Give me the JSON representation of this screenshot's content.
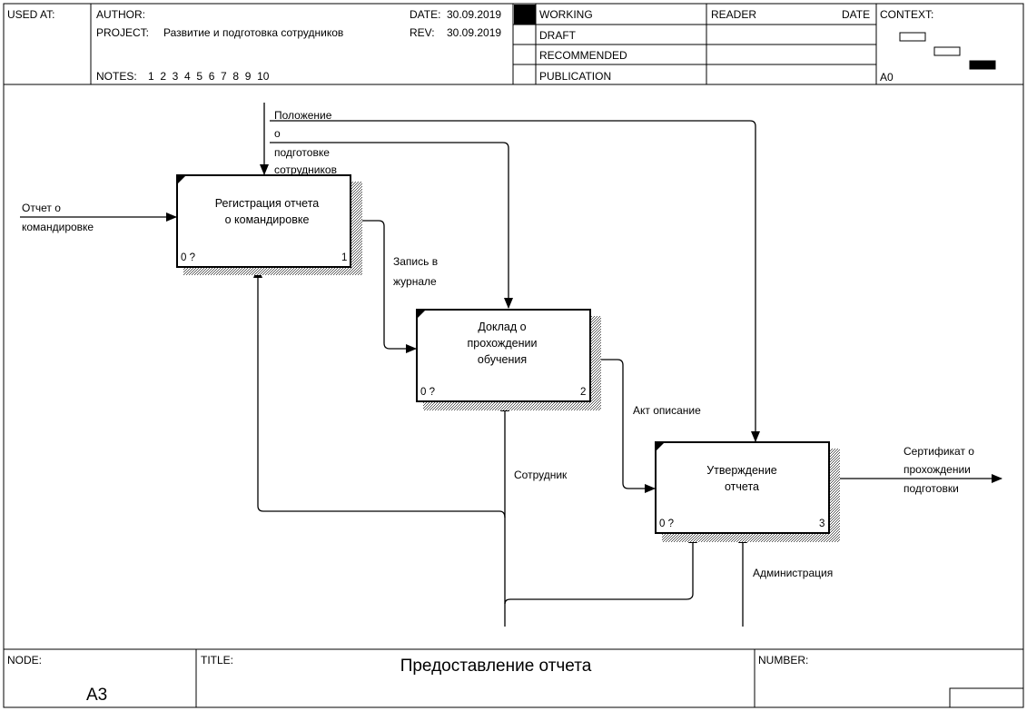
{
  "header": {
    "used_at_label": "USED AT:",
    "author_label": "AUTHOR:",
    "project_label": "PROJECT:",
    "project_value": "Развитие и подготовка сотрудников",
    "notes_label": "NOTES:",
    "notes_numbers": "1  2  3  4  5  6  7  8  9  10",
    "date_label": "DATE:",
    "date_value": "30.09.2019",
    "rev_label": "REV:",
    "rev_value": "30.09.2019",
    "status": [
      "WORKING",
      "DRAFT",
      "RECOMMENDED",
      "PUBLICATION"
    ],
    "reader_label": "READER",
    "reader_date_label": "DATE",
    "context_label": "CONTEXT:",
    "context_node": "A0"
  },
  "boxes": [
    {
      "title_lines": [
        "Регистрация отчета",
        "о командировке"
      ],
      "cost": "0 ?",
      "number": "1"
    },
    {
      "title_lines": [
        "Доклад о",
        "прохождении",
        "обучения"
      ],
      "cost": "0 ?",
      "number": "2"
    },
    {
      "title_lines": [
        "Утверждение",
        "отчета"
      ],
      "cost": "0 ?",
      "number": "3"
    }
  ],
  "arrows": {
    "input_report": [
      "Отчет о",
      "командировке"
    ],
    "control_regulation": [
      "Положение",
      "о",
      "подготовке",
      "сотрудников"
    ],
    "journal_entry": [
      "Запись в",
      "журнале"
    ],
    "act_description": [
      "Акт описание"
    ],
    "employee": [
      "Сотрудник"
    ],
    "administration": [
      "Администрация"
    ],
    "certificate": [
      "Сертификат о",
      "прохождении",
      "подготовки"
    ]
  },
  "footer": {
    "node_label": "NODE:",
    "node_value": "A3",
    "title_label": "TITLE:",
    "title_value": "Предоставление отчета",
    "number_label": "NUMBER:"
  }
}
